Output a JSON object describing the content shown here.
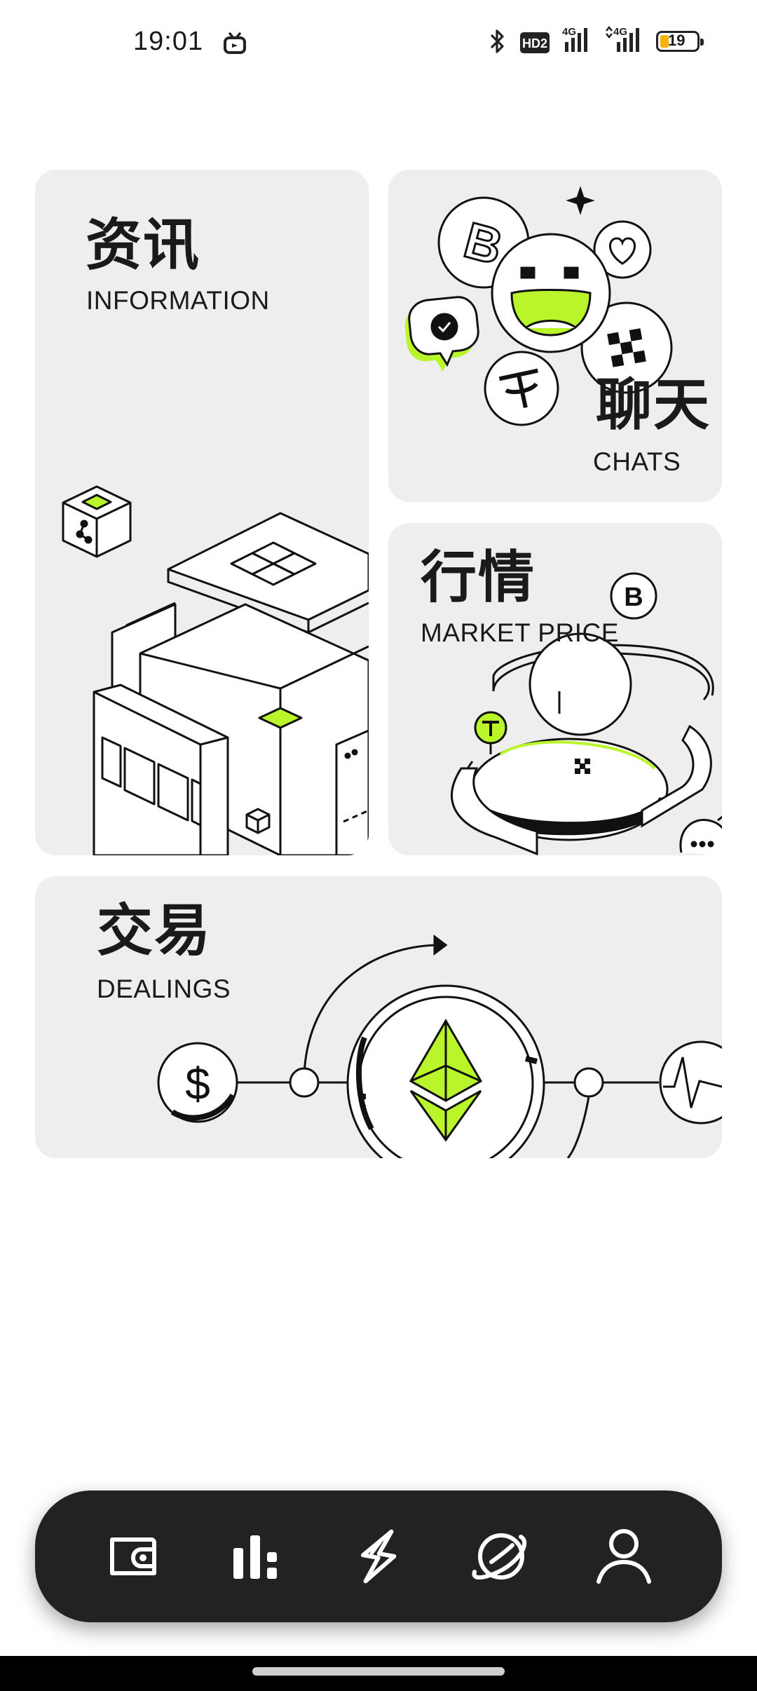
{
  "status_bar": {
    "time": "19:01",
    "network_1": "4G",
    "network_2": "4G",
    "hd_badge": "HD2",
    "battery_level": "19",
    "battery_fraction": 0.19,
    "icons": [
      "tv-icon",
      "bluetooth-icon",
      "hd-icon",
      "signal-icon",
      "signal-icon",
      "battery-icon"
    ]
  },
  "cards": {
    "information": {
      "title_zh": "资讯",
      "title_en": "INFORMATION"
    },
    "chats": {
      "title_zh": "聊天",
      "title_en": "CHATS"
    },
    "market": {
      "title_zh": "行情",
      "title_en": "MARKET PRICE"
    },
    "dealings": {
      "title_zh": "交易",
      "title_en": "DEALINGS"
    }
  },
  "navigation": {
    "items": [
      {
        "icon": "wallet-icon"
      },
      {
        "icon": "bar-chart-icon"
      },
      {
        "icon": "lightning-icon"
      },
      {
        "icon": "planet-icon"
      },
      {
        "icon": "profile-icon"
      }
    ]
  },
  "colors": {
    "accent": "#b8f52a",
    "card_bg": "#eeeeee",
    "nav_bg": "#222222",
    "battery": "#f6b40a"
  }
}
